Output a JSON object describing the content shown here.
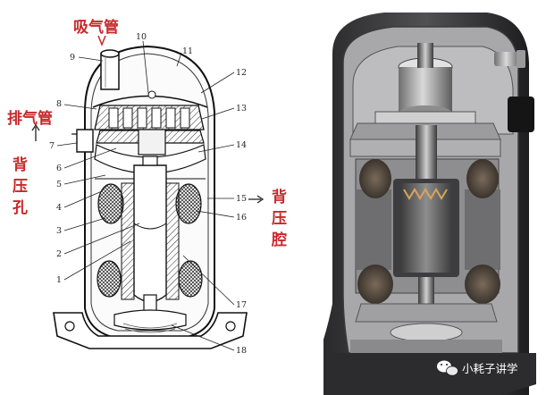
{
  "labels": {
    "suction_pipe": "吸气管",
    "discharge_pipe": "排气管",
    "back_pressure_hole": [
      "背",
      "压",
      "孔"
    ],
    "back_pressure_chamber": [
      "背",
      "压",
      "腔"
    ]
  },
  "callouts": [
    "1",
    "2",
    "3",
    "4",
    "5",
    "6",
    "7",
    "8",
    "9",
    "10",
    "11",
    "12",
    "13",
    "14",
    "15",
    "16",
    "17",
    "18"
  ],
  "watermark": {
    "text": "小耗子讲学",
    "icon": "wechat-icon"
  },
  "colors": {
    "label_red": "#c8282b",
    "photo_background": "#1b1b1d"
  }
}
